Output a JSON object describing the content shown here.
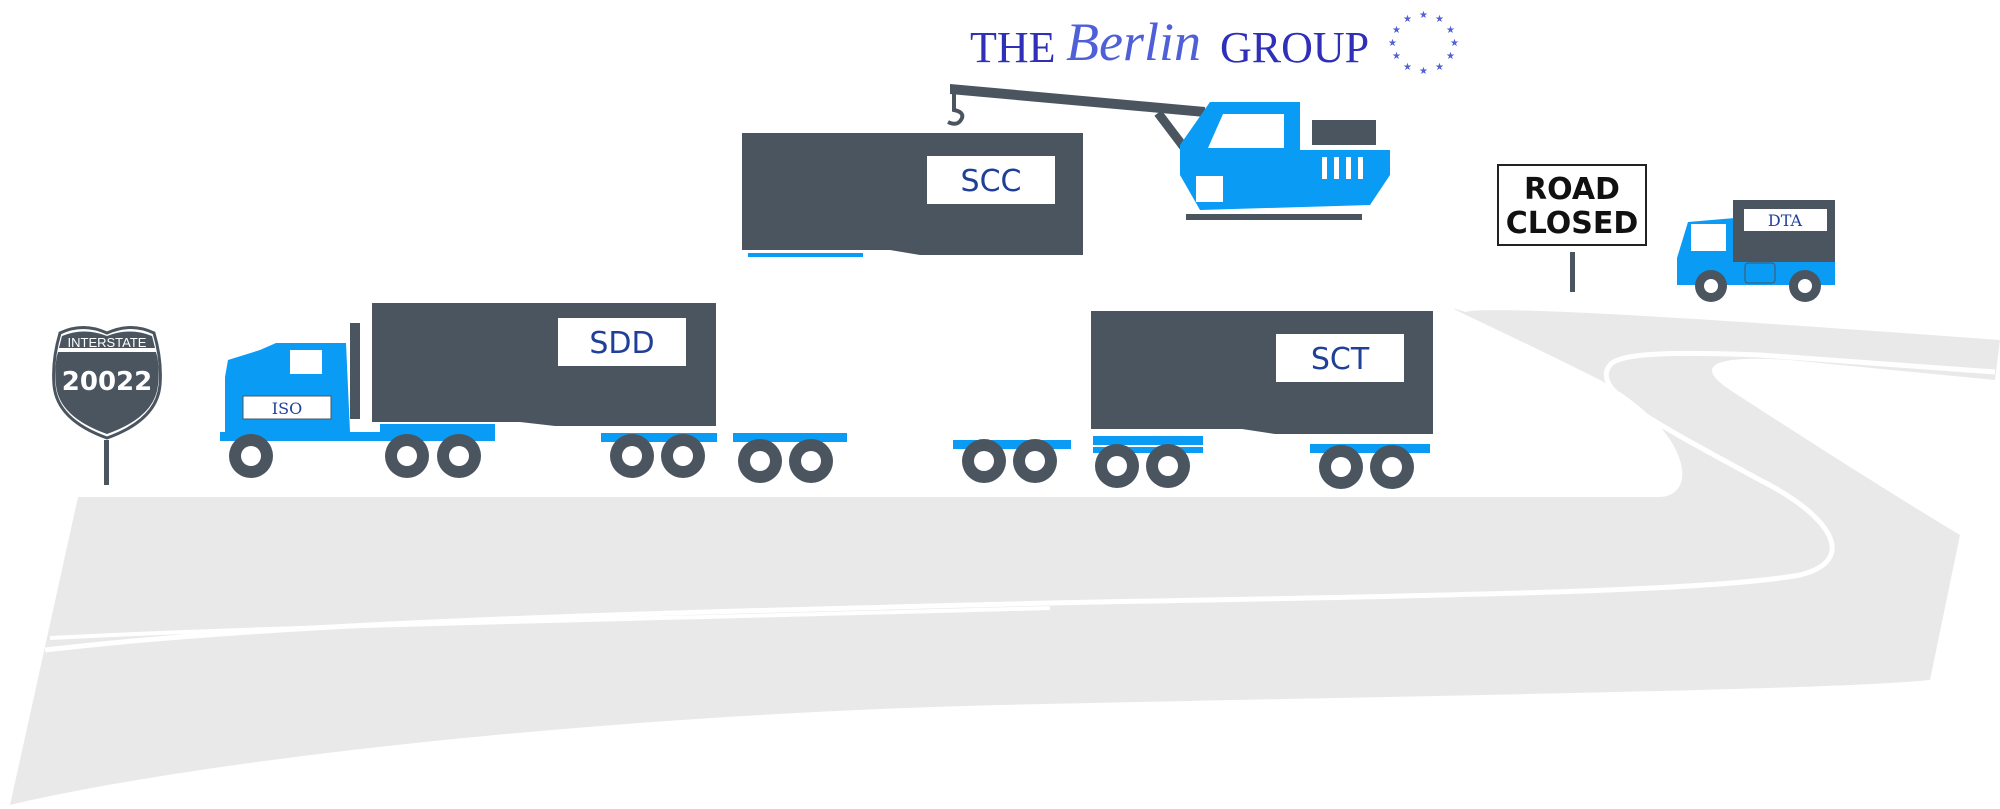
{
  "logo": {
    "prefix": "THE",
    "name": "Berlin",
    "suffix": "GROUP"
  },
  "interstate_sign": {
    "top_text": "INTERSTATE",
    "number": "20022"
  },
  "truck_main": {
    "cab_plate": "ISO",
    "container_label": "SDD"
  },
  "crane": {
    "container_label": "SCC"
  },
  "truck_right_trailer": {
    "container_label": "SCT"
  },
  "road_sign": {
    "line1": "ROAD",
    "line2": "CLOSED"
  },
  "small_truck": {
    "container_label": "DTA"
  },
  "colors": {
    "vehicle_blue": "#0a9bf5",
    "container_gray": "#4b5560",
    "road_gray": "#e9e9e9",
    "label_blue": "#1f3f99"
  }
}
